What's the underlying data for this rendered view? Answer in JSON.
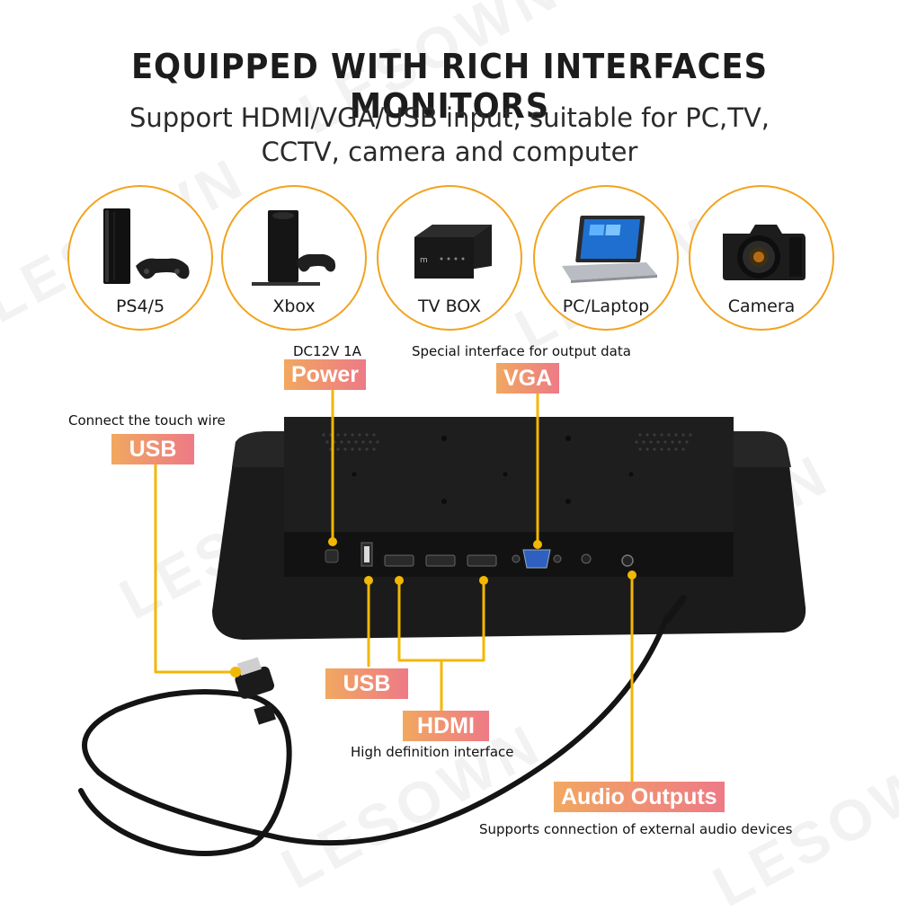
{
  "header": {
    "title": "EQUIPPED WITH RICH INTERFACES MONITORS",
    "subtitle_line1": "Support HDMI/VGA/USB input, suitable for PC,TV,",
    "subtitle_line2": "CCTV, camera and computer"
  },
  "watermark": "LESOWN",
  "devices": [
    {
      "label": "PS4/5",
      "icon": "game-console-icon"
    },
    {
      "label": "Xbox",
      "icon": "xbox-console-icon"
    },
    {
      "label": "TV BOX",
      "icon": "tv-box-icon"
    },
    {
      "label": "PC/Laptop",
      "icon": "laptop-icon"
    },
    {
      "label": "Camera",
      "icon": "camera-icon"
    }
  ],
  "callouts": {
    "power": {
      "label": "Power",
      "note": "DC12V 1A"
    },
    "vga": {
      "label": "VGA",
      "note": "Special interface for output data"
    },
    "usb_touch": {
      "label": "USB",
      "note": "Connect the touch wire"
    },
    "usb": {
      "label": "USB"
    },
    "hdmi": {
      "label": "HDMI",
      "note": "High definition interface"
    },
    "audio": {
      "label": "Audio Outputs",
      "note": "Supports connection of external audio devices"
    }
  },
  "colors": {
    "accent_line": "#f2b705",
    "circle_border": "#f2a31e",
    "callout_start": "#f1a860",
    "callout_end": "#ee7a86",
    "monitor_body": "#1b1b1b"
  }
}
